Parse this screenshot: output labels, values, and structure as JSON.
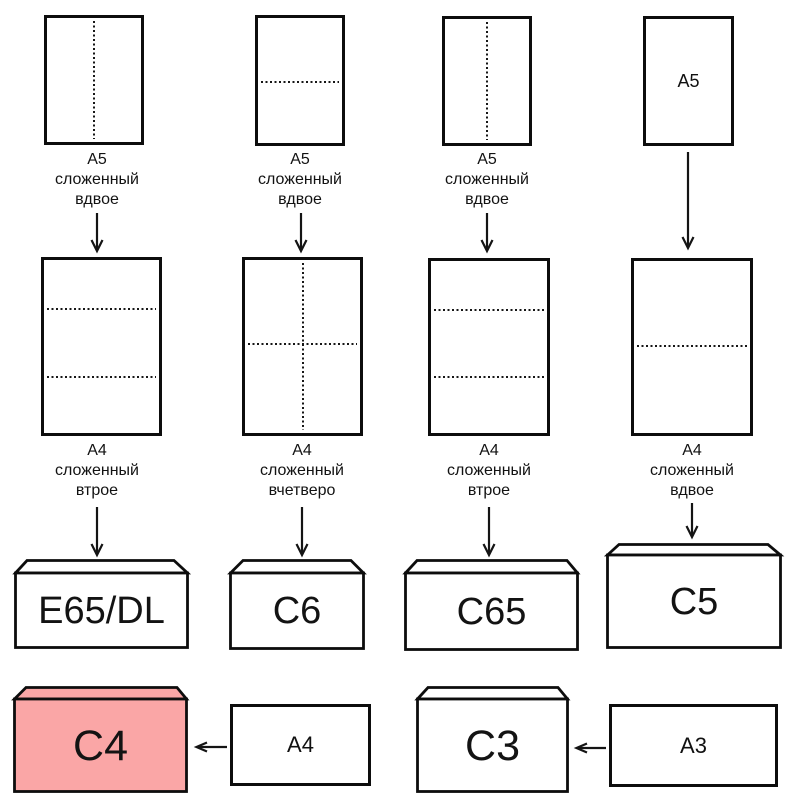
{
  "colors": {
    "highlight_pink": "#faa6a6",
    "ink": "#111111",
    "paper_white": "#ffffff"
  },
  "columns": [
    {
      "a5_caption": {
        "line1": "А5",
        "line2": "сложенный",
        "line3": "вдвое"
      },
      "a4_caption": {
        "line1": "А4",
        "line2": "сложенный",
        "line3": "втрое"
      },
      "envelope_label": "E65/DL"
    },
    {
      "a5_caption": {
        "line1": "А5",
        "line2": "сложенный",
        "line3": "вдвое"
      },
      "a4_caption": {
        "line1": "А4",
        "line2": "сложенный",
        "line3": "вчетверо"
      },
      "envelope_label": "C6"
    },
    {
      "a5_caption": {
        "line1": "А5",
        "line2": "сложенный",
        "line3": "вдвое"
      },
      "a4_caption": {
        "line1": "А4",
        "line2": "сложенный",
        "line3": "втрое"
      },
      "envelope_label": "C65"
    },
    {
      "a5_paper_label": "А5",
      "a4_caption": {
        "line1": "А4",
        "line2": "сложенный",
        "line3": "вдвое"
      },
      "envelope_label": "C5"
    }
  ],
  "bottom_row": [
    {
      "envelope_label": "C4",
      "paper_label": "А4",
      "highlighted": true
    },
    {
      "envelope_label": "C3",
      "paper_label": "А3",
      "highlighted": false
    }
  ]
}
